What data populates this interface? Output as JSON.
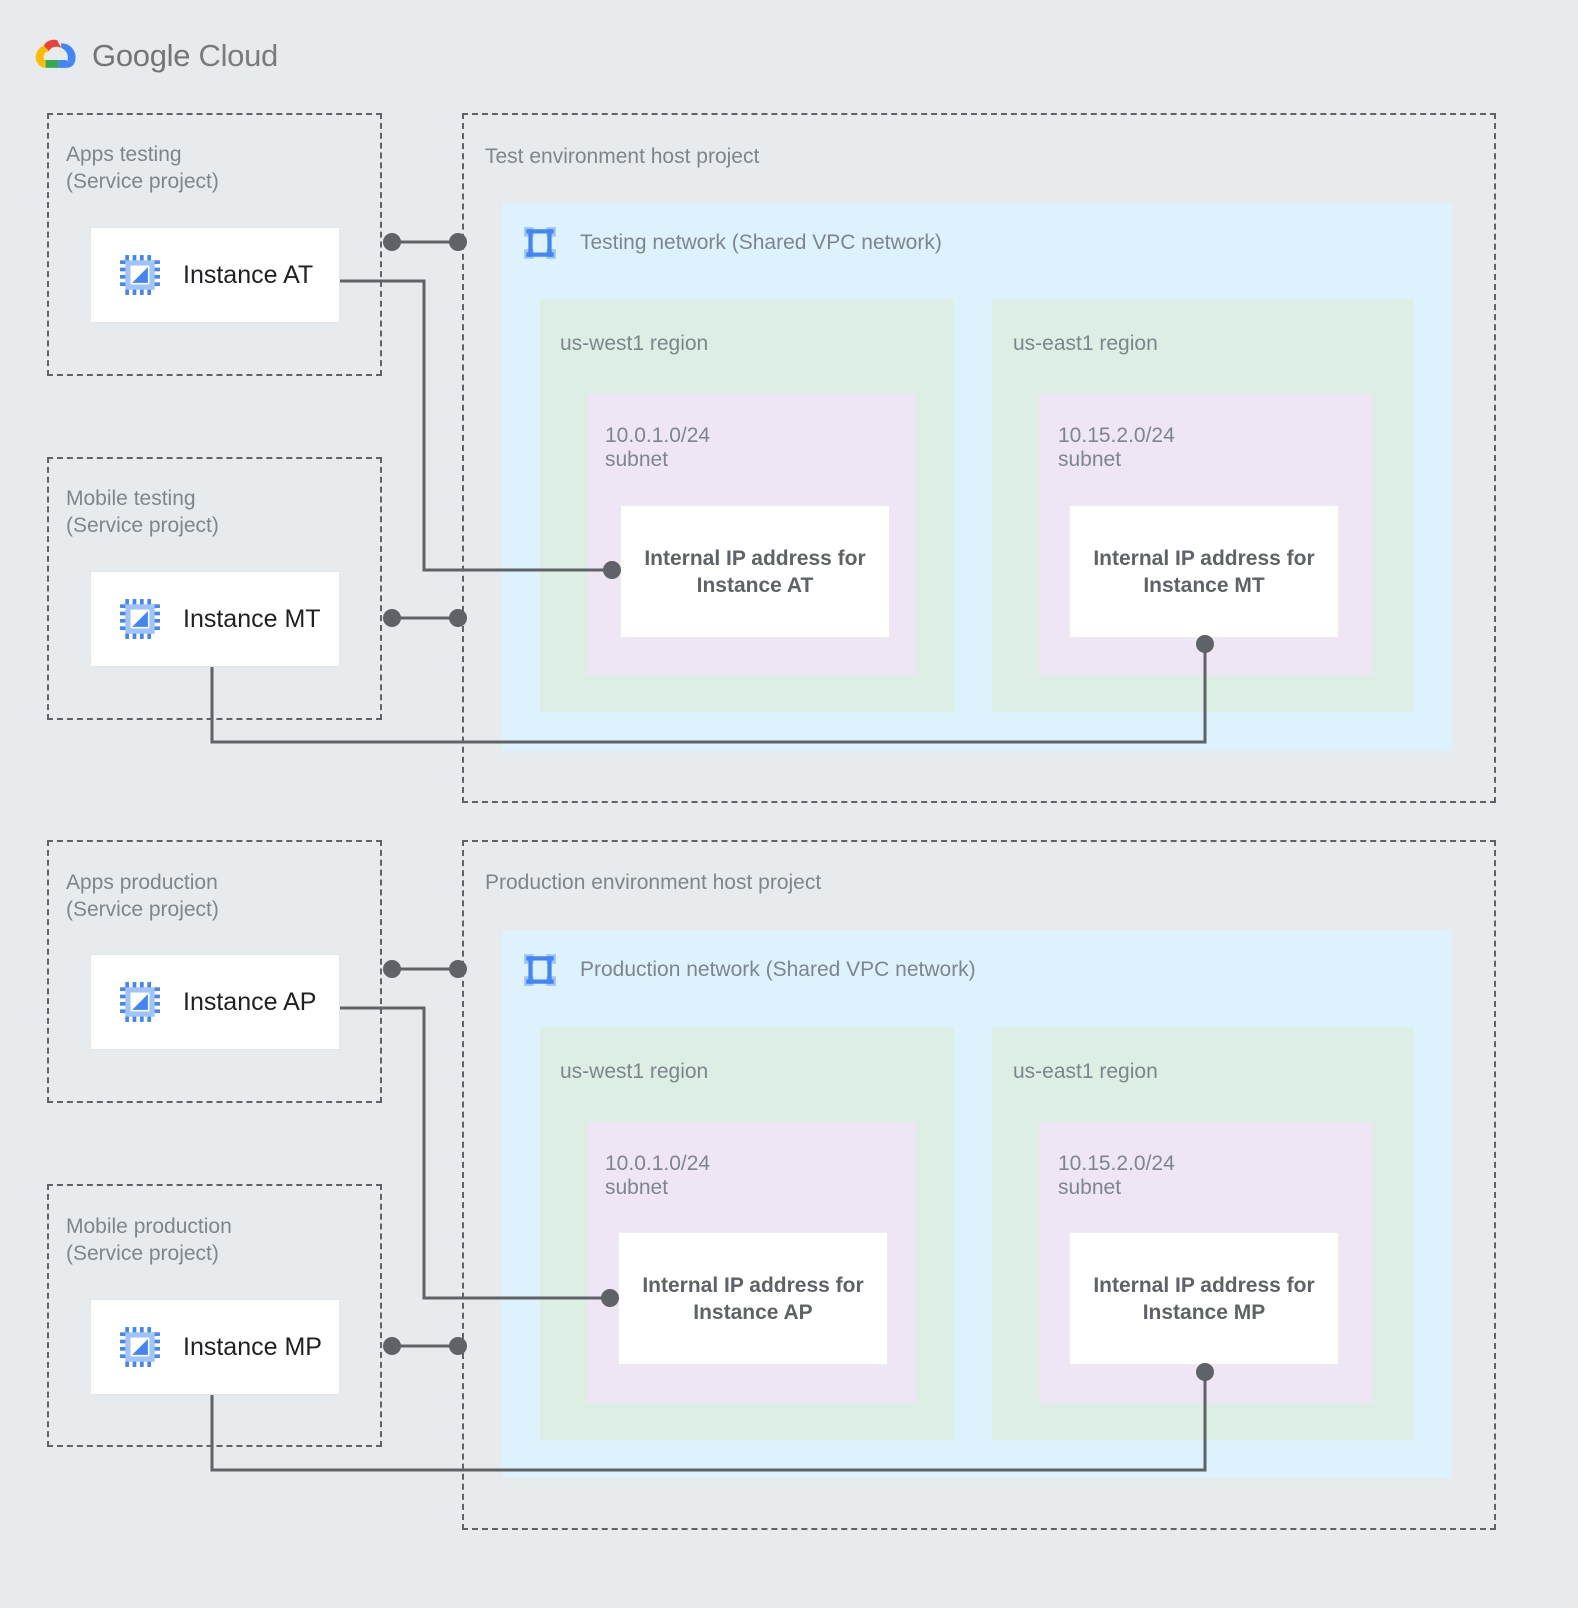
{
  "brand": {
    "name_bold": "Google",
    "name_light": " Cloud",
    "logo_icon": "google-cloud-logo"
  },
  "service_projects": [
    {
      "id": "apps-testing",
      "label": "Apps testing\n(Service project)",
      "instance": {
        "name": "Instance AT",
        "icon": "compute-instance-chip-icon"
      }
    },
    {
      "id": "mobile-testing",
      "label": "Mobile testing\n(Service project)",
      "instance": {
        "name": "Instance MT",
        "icon": "compute-instance-chip-icon"
      }
    },
    {
      "id": "apps-production",
      "label": "Apps production\n(Service project)",
      "instance": {
        "name": "Instance AP",
        "icon": "compute-instance-chip-icon"
      }
    },
    {
      "id": "mobile-production",
      "label": "Mobile production\n(Service project)",
      "instance": {
        "name": "Instance MP",
        "icon": "compute-instance-chip-icon"
      }
    }
  ],
  "host_projects": [
    {
      "id": "test-host-project",
      "label": "Test environment host project",
      "network": {
        "title": "Testing network (Shared VPC network)",
        "icon": "vpc-network-icon"
      },
      "regions": [
        {
          "id": "test-us-west1",
          "label": "us-west1 region",
          "subnet": {
            "cidr": "10.0.1.0/24",
            "kind": "subnet",
            "ip_box": "Internal IP address for\nInstance AT"
          }
        },
        {
          "id": "test-us-east1",
          "label": "us-east1 region",
          "subnet": {
            "cidr": "10.15.2.0/24",
            "kind": "subnet",
            "ip_box": "Internal IP address for\nInstance MT"
          }
        }
      ]
    },
    {
      "id": "production-host-project",
      "label": "Production environment host project",
      "network": {
        "title": "Production network (Shared VPC network)",
        "icon": "vpc-network-icon"
      },
      "regions": [
        {
          "id": "prod-us-west1",
          "label": "us-west1 region",
          "subnet": {
            "cidr": "10.0.1.0/24",
            "kind": "subnet",
            "ip_box": "Internal IP address for\nInstance AP"
          }
        },
        {
          "id": "prod-us-east1",
          "label": "us-east1 region",
          "subnet": {
            "cidr": "10.15.2.0/24",
            "kind": "subnet",
            "ip_box": "Internal IP address for\nInstance MP"
          }
        }
      ]
    }
  ],
  "colors": {
    "page_background": "#e8ebed",
    "vpc_panel": "#ddf2fd",
    "region_panel": "#ddeee5",
    "subnet_panel": "#eee6f4",
    "ip_box": "#ffffff",
    "connector": "#5f6368",
    "dashed_border": "#5f6368",
    "muted_text": "#7e868c",
    "instance_text": "#202124",
    "icon_blue": "#4285f4",
    "icon_blue_light": "#a0c3fa"
  }
}
